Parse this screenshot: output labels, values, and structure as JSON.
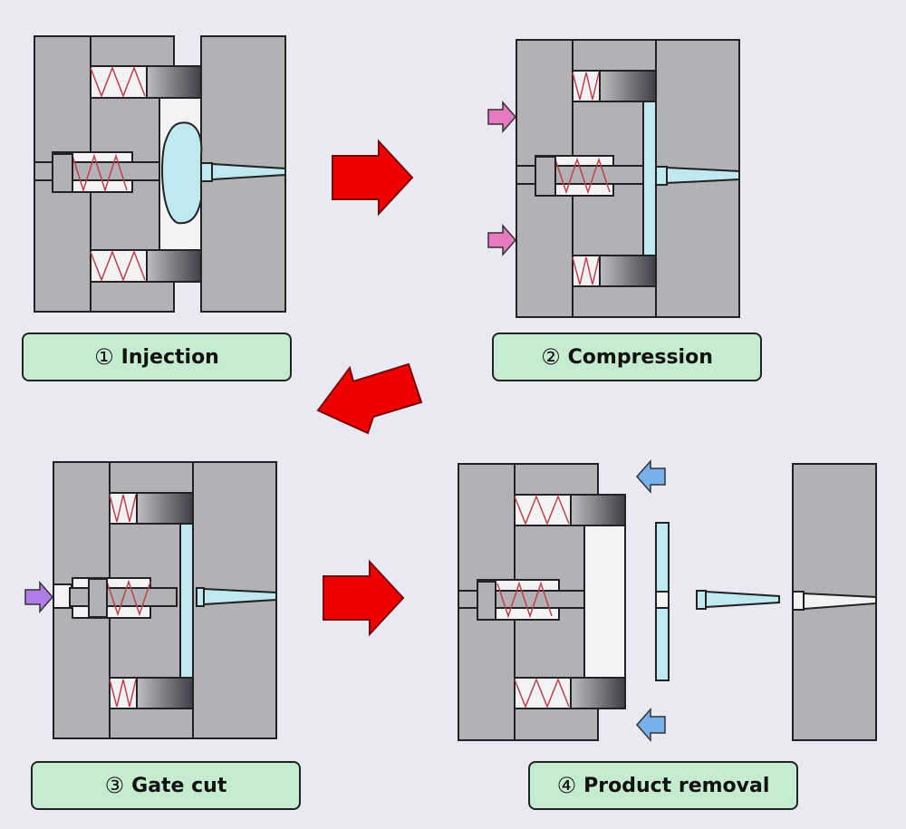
{
  "title": "Injection compression molding process with gate cut",
  "steps": [
    {
      "number": "①",
      "label": "Injection"
    },
    {
      "number": "②",
      "label": "Compression"
    },
    {
      "number": "③",
      "label": "Gate cut"
    },
    {
      "number": "④",
      "label": "Product removal"
    }
  ],
  "colors": {
    "background": "#e9e9f3",
    "mold_plate": "#b1b1b6",
    "cavity": "#f3f3f6",
    "resin": "#bfe9ef",
    "spring": "#c0404a",
    "flow_arrow": "#ee0000",
    "compression_arrow": "#e878c0",
    "gate_cut_arrow": "#b07ce8",
    "ejection_arrow": "#78b0ec",
    "label_fill": "#c6eccf"
  }
}
